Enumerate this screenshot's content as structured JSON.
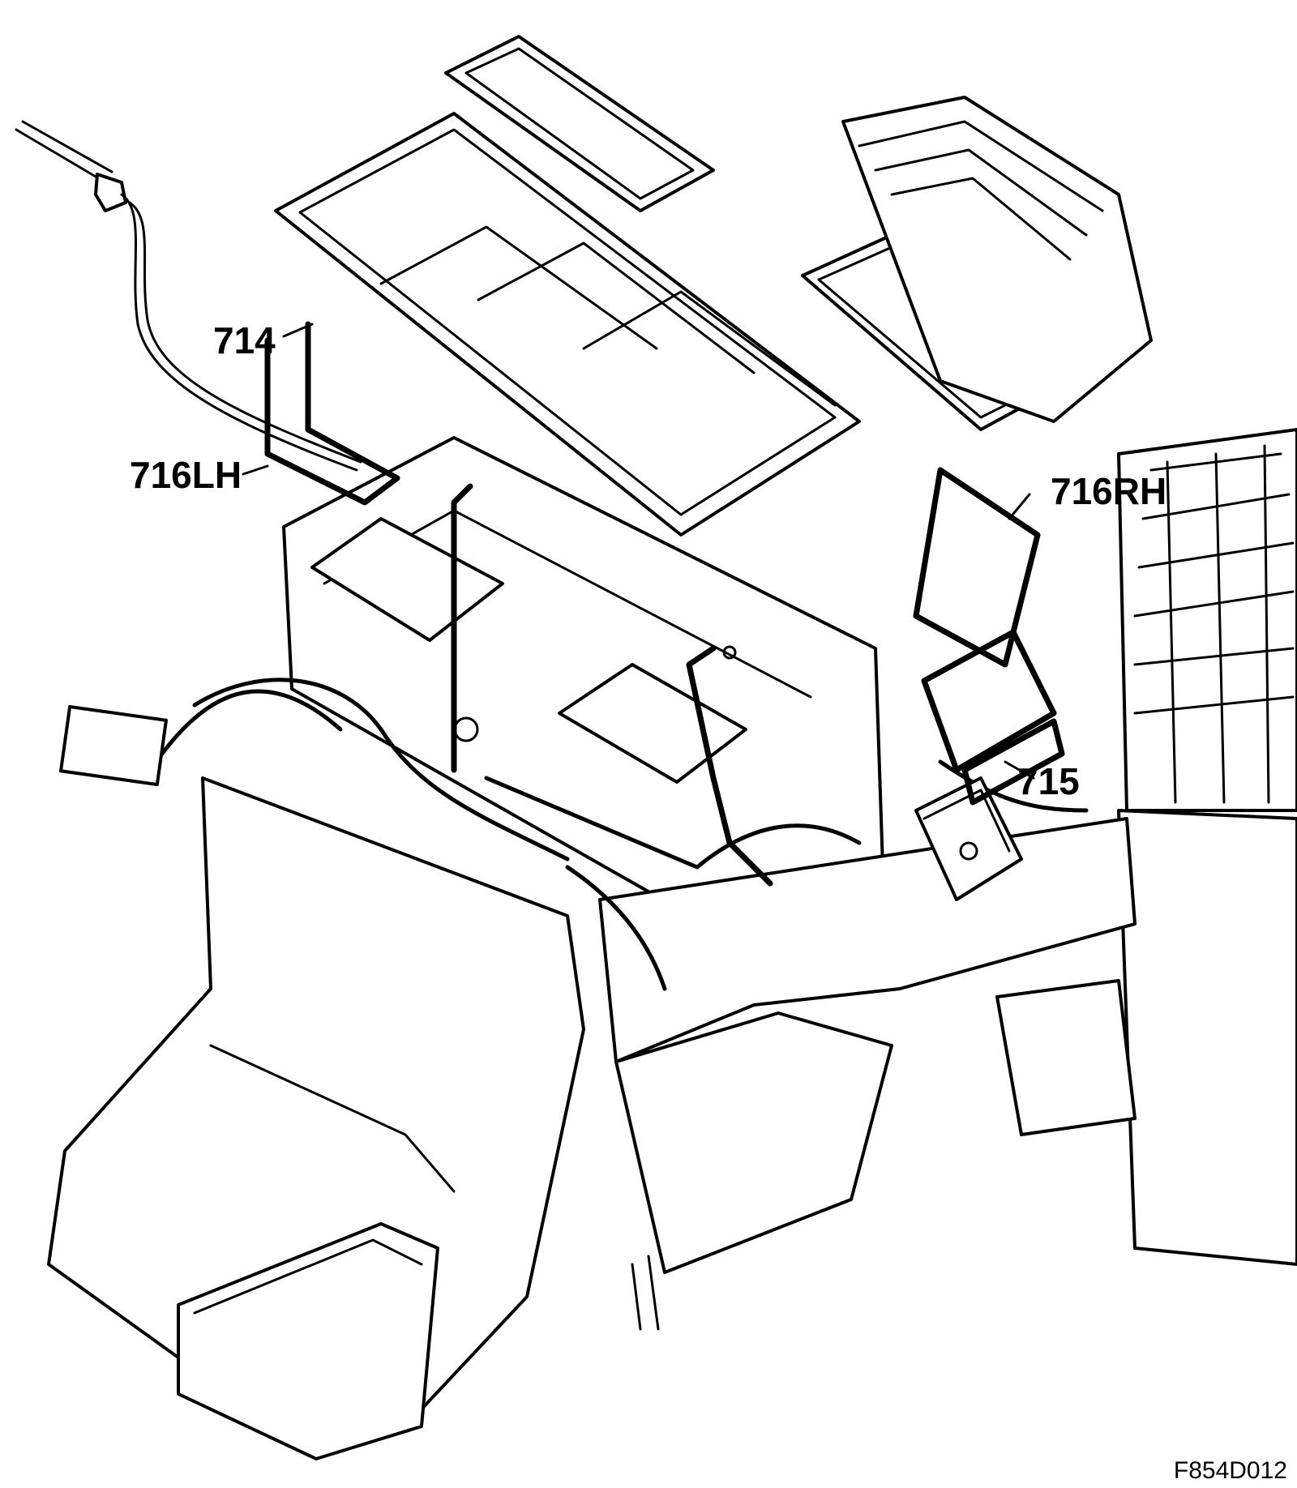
{
  "diagram": {
    "callouts": [
      {
        "id": "714",
        "text": "714"
      },
      {
        "id": "716LH",
        "text": "716LH"
      },
      {
        "id": "716RH",
        "text": "716RH"
      },
      {
        "id": "715",
        "text": "715"
      }
    ],
    "figure_id": "F854D012"
  }
}
